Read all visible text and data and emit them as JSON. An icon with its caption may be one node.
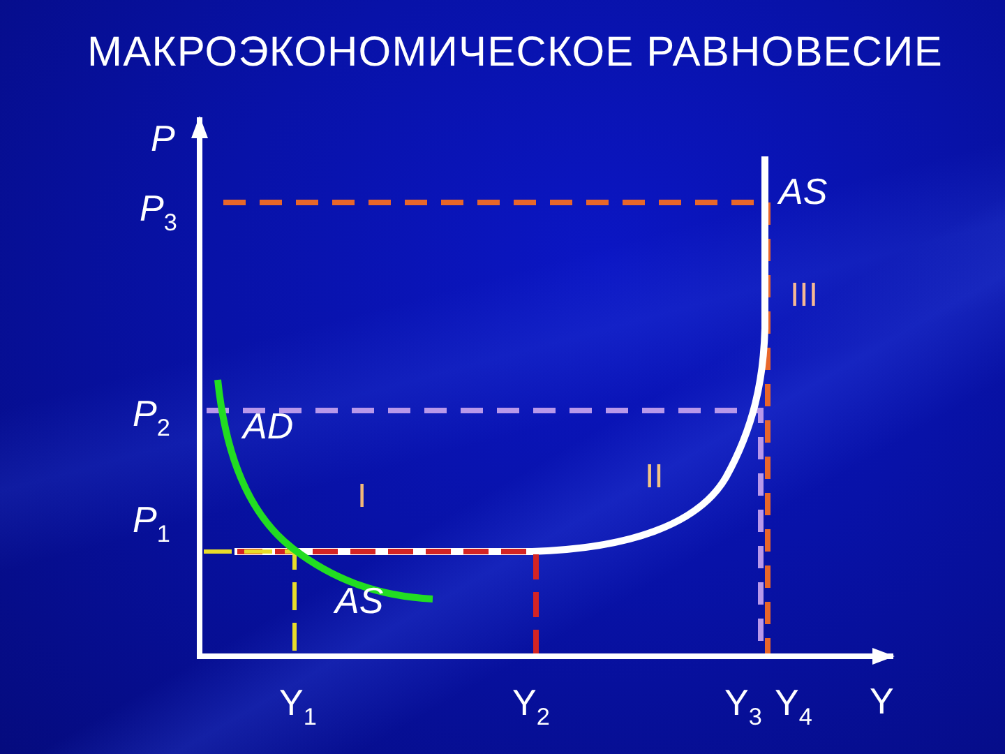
{
  "diagram": {
    "title": "МАКРОЭКОНОМИЧЕСКОЕ РАВНОВЕСИЕ",
    "labels": [
      "P",
      "AS",
      "P$_{3}$",
      "III",
      "P$_{2}$",
      "AD",
      "II",
      "I",
      "P$_{1}$",
      "AS",
      "Y$_{1}$",
      "Y$_{2}$",
      "Y$_{3}$",
      "Y$_{4}$",
      "Y"
    ]
  }
}
